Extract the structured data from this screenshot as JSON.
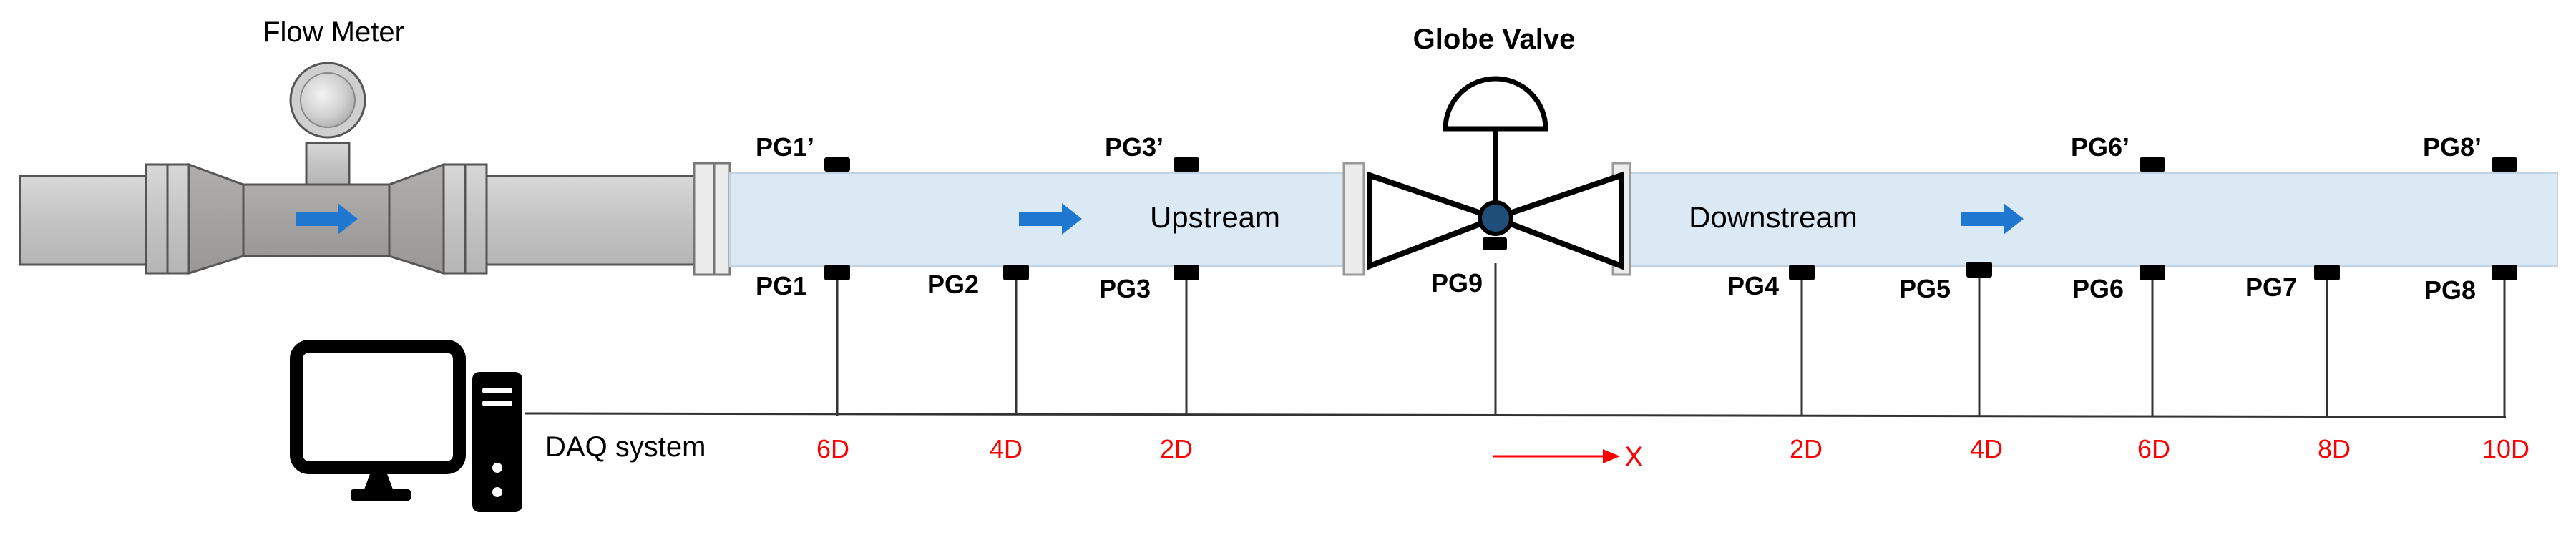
{
  "title_flow_meter": "Flow Meter",
  "title_valve": "Globe Valve",
  "upstream_label": "Upstream",
  "downstream_label": "Downstream",
  "daq_label": "DAQ system",
  "axis_label": "X",
  "gauges_top": [
    "PG1’",
    "PG3’",
    "PG6’",
    "PG8’"
  ],
  "gauges_bottom": [
    "PG1",
    "PG2",
    "PG3",
    "PG9",
    "PG4",
    "PG5",
    "PG6",
    "PG7",
    "PG8"
  ],
  "distances": [
    "6D",
    "4D",
    "2D",
    "2D",
    "4D",
    "6D",
    "8D",
    "10D"
  ],
  "colors": {
    "pipe_fluid": "#dbe9f5",
    "pipe_metal": "#c8c8c8",
    "arrow": "#1f77d0",
    "distance_text": "#ff0000"
  },
  "icons": [
    "flow-arrow-icon",
    "globe-valve-icon",
    "computer-icon"
  ]
}
